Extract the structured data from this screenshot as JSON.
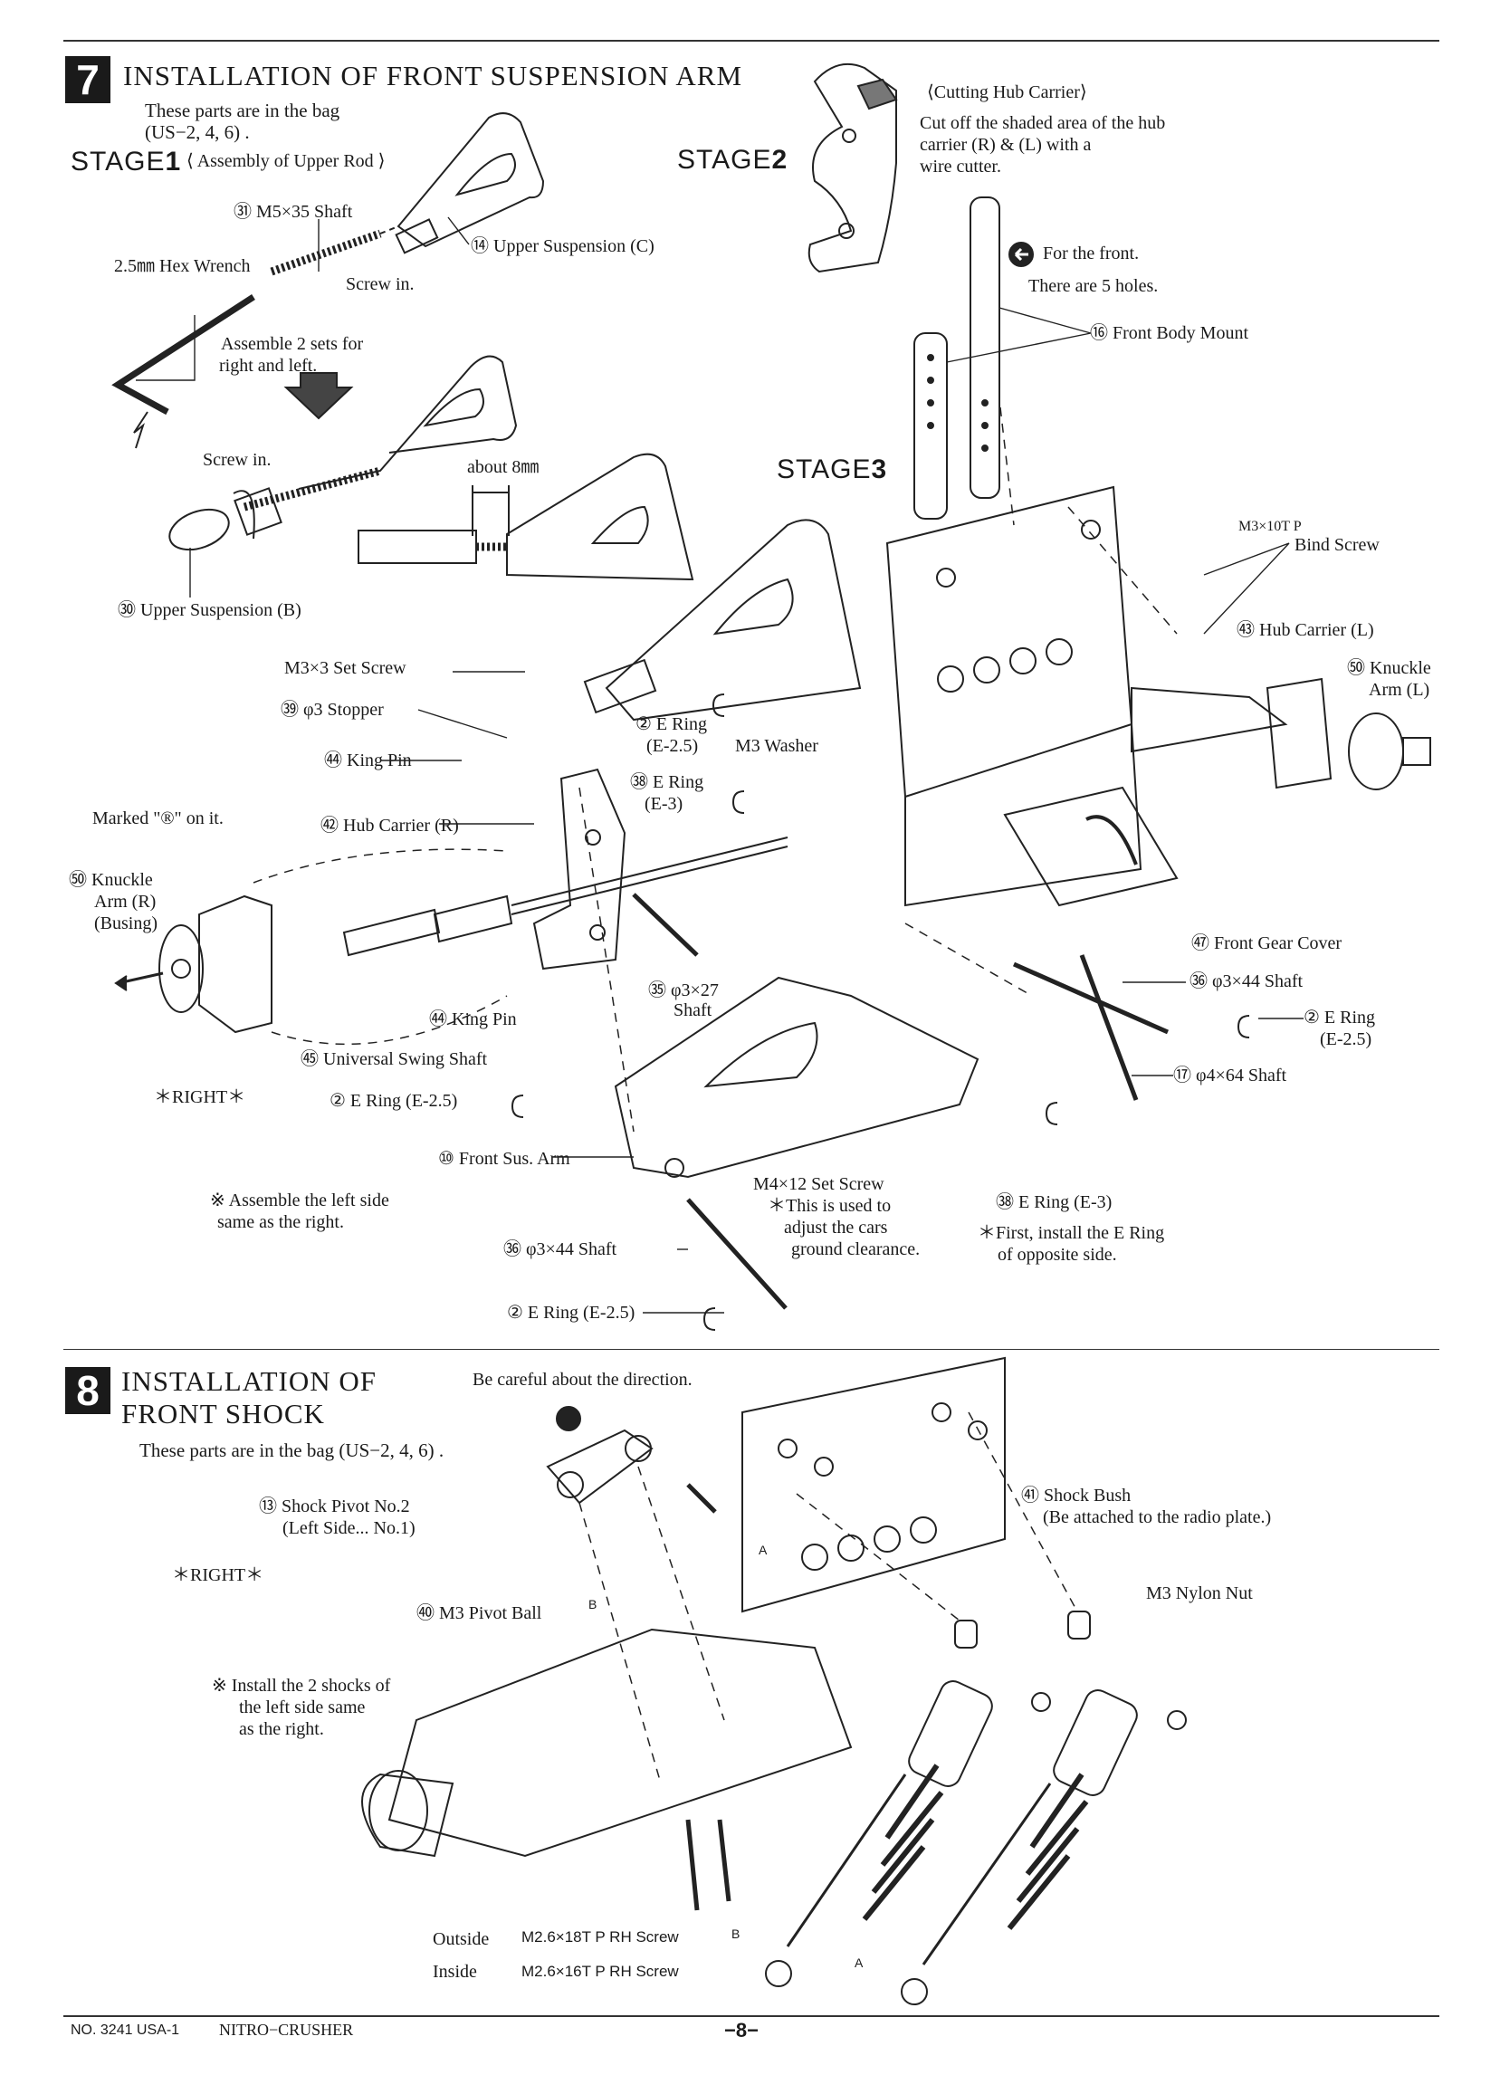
{
  "step7": {
    "number": "7",
    "title": "INSTALLATION OF FRONT SUSPENSION ARM",
    "bag_note_1": "These parts are in the bag",
    "bag_note_2": "(US−2, 4, 6) .",
    "stage1_label": "STAGE",
    "stage1_num": "1",
    "stage1_caption": "⟨ Assembly of Upper Rod ⟩",
    "stage2_label": "STAGE",
    "stage2_num": "2",
    "stage2_caption": "⟨Cutting Hub Carrier⟩",
    "stage2_note_1": "Cut off the shaded area of the hub",
    "stage2_note_2": "carrier  (R)  &  (L)  with a",
    "stage2_note_3": "wire cutter.",
    "stage3_label": "STAGE",
    "stage3_num": "3",
    "labels": {
      "shaft_m5x35": "㉛ M5×35 Shaft",
      "upper_susp_c": "⑭ Upper Suspension (C)",
      "hex_wrench": "2.5㎜ Hex Wrench",
      "screw_in_1": "Screw in.",
      "assemble_2_1": "Assemble 2 sets for",
      "assemble_2_2": "right and left.",
      "screw_in_2": "Screw in.",
      "about_8mm": "about 8㎜",
      "upper_susp_b": "㉚ Upper Suspension (B)",
      "for_front_1": "For the front.",
      "for_front_2": "There are 5 holes.",
      "front_body_mount": "⑯ Front Body Mount",
      "bind_screw_1": "M3×10T P",
      "bind_screw_2": "Bind Screw",
      "hub_carrier_l": "㊸ Hub Carrier (L)",
      "knuckle_l_1": "㊿ Knuckle",
      "knuckle_l_2": "Arm (L)",
      "set_screw_m3x3": "M3×3 Set Screw",
      "stopper": "㊴ φ3 Stopper",
      "king_pin_1": "㊹ King Pin",
      "e_ring_25_a_1": "② E Ring",
      "e_ring_25_a_2": "(E-2.5)",
      "m3_washer": "M3 Washer",
      "e_ring_3_a_1": "㊳ E Ring",
      "e_ring_3_a_2": "(E-3)",
      "marked": "Marked \"®\" on it.",
      "hub_carrier_r": "㊷ Hub Carrier (R)",
      "knuckle_r_1": "㊿ Knuckle",
      "knuckle_r_2": "Arm (R)",
      "knuckle_r_3": "(Busing)",
      "front_gear_cover": "㊼ Front Gear Cover",
      "shaft_3x27_1": "㉟ φ3×27",
      "shaft_3x27_2": "Shaft",
      "shaft_3x44_a": "㊱ φ3×44 Shaft",
      "e_ring_25_b_1": "② E Ring",
      "e_ring_25_b_2": "(E-2.5)",
      "king_pin_2": "㊹ King Pin",
      "universal_swing_shaft": "㊺ Universal Swing Shaft",
      "right": "＊RIGHT＊",
      "e_ring_25_c": "② E Ring (E-2.5)",
      "shaft_4x64": "⑰ φ4×64 Shaft",
      "front_sus_arm": "⑩ Front Sus. Arm",
      "m4_set_screw": "M4×12 Set Screw",
      "ground_clear_1": "＊This is used to",
      "ground_clear_2": "adjust the cars",
      "ground_clear_3": "ground clearance.",
      "e_ring_3_b": "㊳ E Ring (E-3)",
      "first_install_1": "＊First, install the E Ring",
      "first_install_2": "of opposite side.",
      "assemble_left_1": "※ Assemble the left side",
      "assemble_left_2": "same as the right.",
      "shaft_3x44_b": "㊱ φ3×44 Shaft",
      "e_ring_25_d": "② E Ring (E-2.5)"
    }
  },
  "step8": {
    "number": "8",
    "title_1": "INSTALLATION OF",
    "title_2": "FRONT SHOCK",
    "bag_note": "These parts are in the bag (US−2, 4, 6) .",
    "labels": {
      "careful": "Be careful about the direction.",
      "shock_pivot_1": "⑬ Shock Pivot No.2",
      "shock_pivot_2": "(Left Side... No.1)",
      "right": "＊RIGHT＊",
      "pivot_ball": "㊵ M3 Pivot Ball",
      "b_mark_1": "B",
      "a_mark_1": "A",
      "shock_bush_1": "㊶ Shock Bush",
      "shock_bush_2": "(Be attached to the radio plate.)",
      "nylon_nut": "M3 Nylon Nut",
      "install_1": "※ Install the 2  shocks of",
      "install_2": "the left side same",
      "install_3": "as the right.",
      "outside": "Outside",
      "outside_screw": "M2.6×18T P RH Screw",
      "inside": "Inside",
      "inside_screw": "M2.6×16T P RH Screw",
      "b_mark_2": "B",
      "a_mark_2": "A"
    }
  },
  "footer": {
    "code": "NO. 3241 USA-1",
    "model": "NITRO−CRUSHER",
    "page": "−8−"
  }
}
